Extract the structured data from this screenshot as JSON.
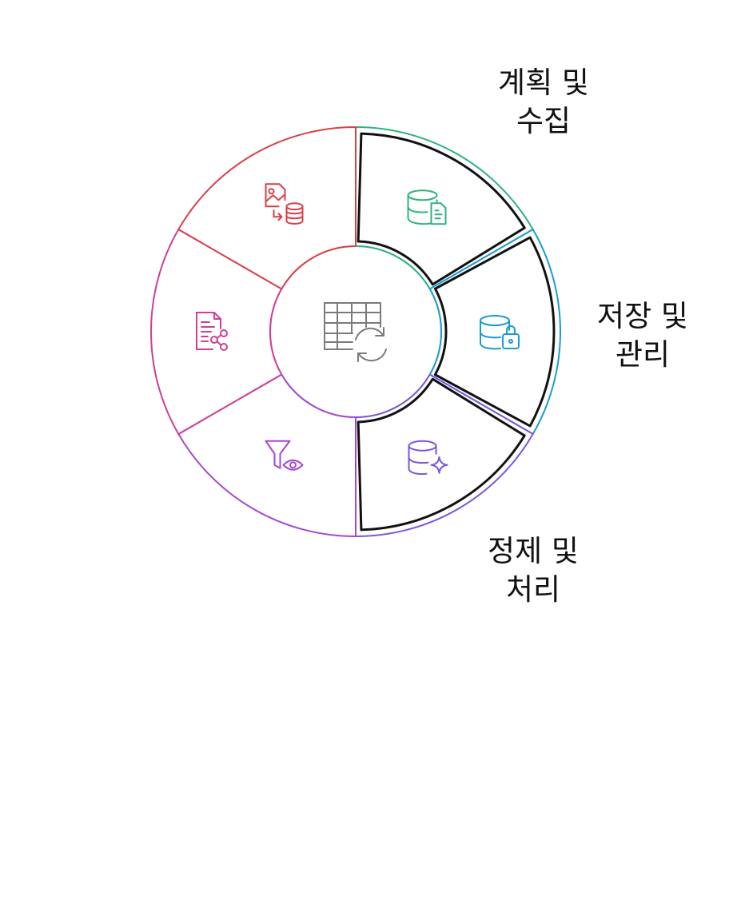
{
  "segments": [
    {
      "id": "planning",
      "icon": "database-document-icon",
      "color": "#2db37a",
      "highlighted": true,
      "label_lines": [
        "계획 및",
        "수집"
      ]
    },
    {
      "id": "storage",
      "icon": "database-lock-icon",
      "color": "#1a9bd1",
      "highlighted": true,
      "label_lines": [
        "저장 및",
        "관리"
      ]
    },
    {
      "id": "cleansing",
      "icon": "database-sparkle-icon",
      "color": "#7a55dd",
      "highlighted": true,
      "label_lines": [
        "정제 및",
        "처리"
      ]
    },
    {
      "id": "analysis",
      "icon": "filter-eye-icon",
      "color": "#a646cf",
      "highlighted": false,
      "label_lines": []
    },
    {
      "id": "sharing",
      "icon": "document-share-icon",
      "color": "#cf3d96",
      "highlighted": false,
      "label_lines": []
    },
    {
      "id": "archiving",
      "icon": "image-to-database-icon",
      "color": "#d83f46",
      "highlighted": false,
      "label_lines": []
    }
  ],
  "center": {
    "icon": "table-refresh-icon",
    "color": "#7a7a7a"
  }
}
